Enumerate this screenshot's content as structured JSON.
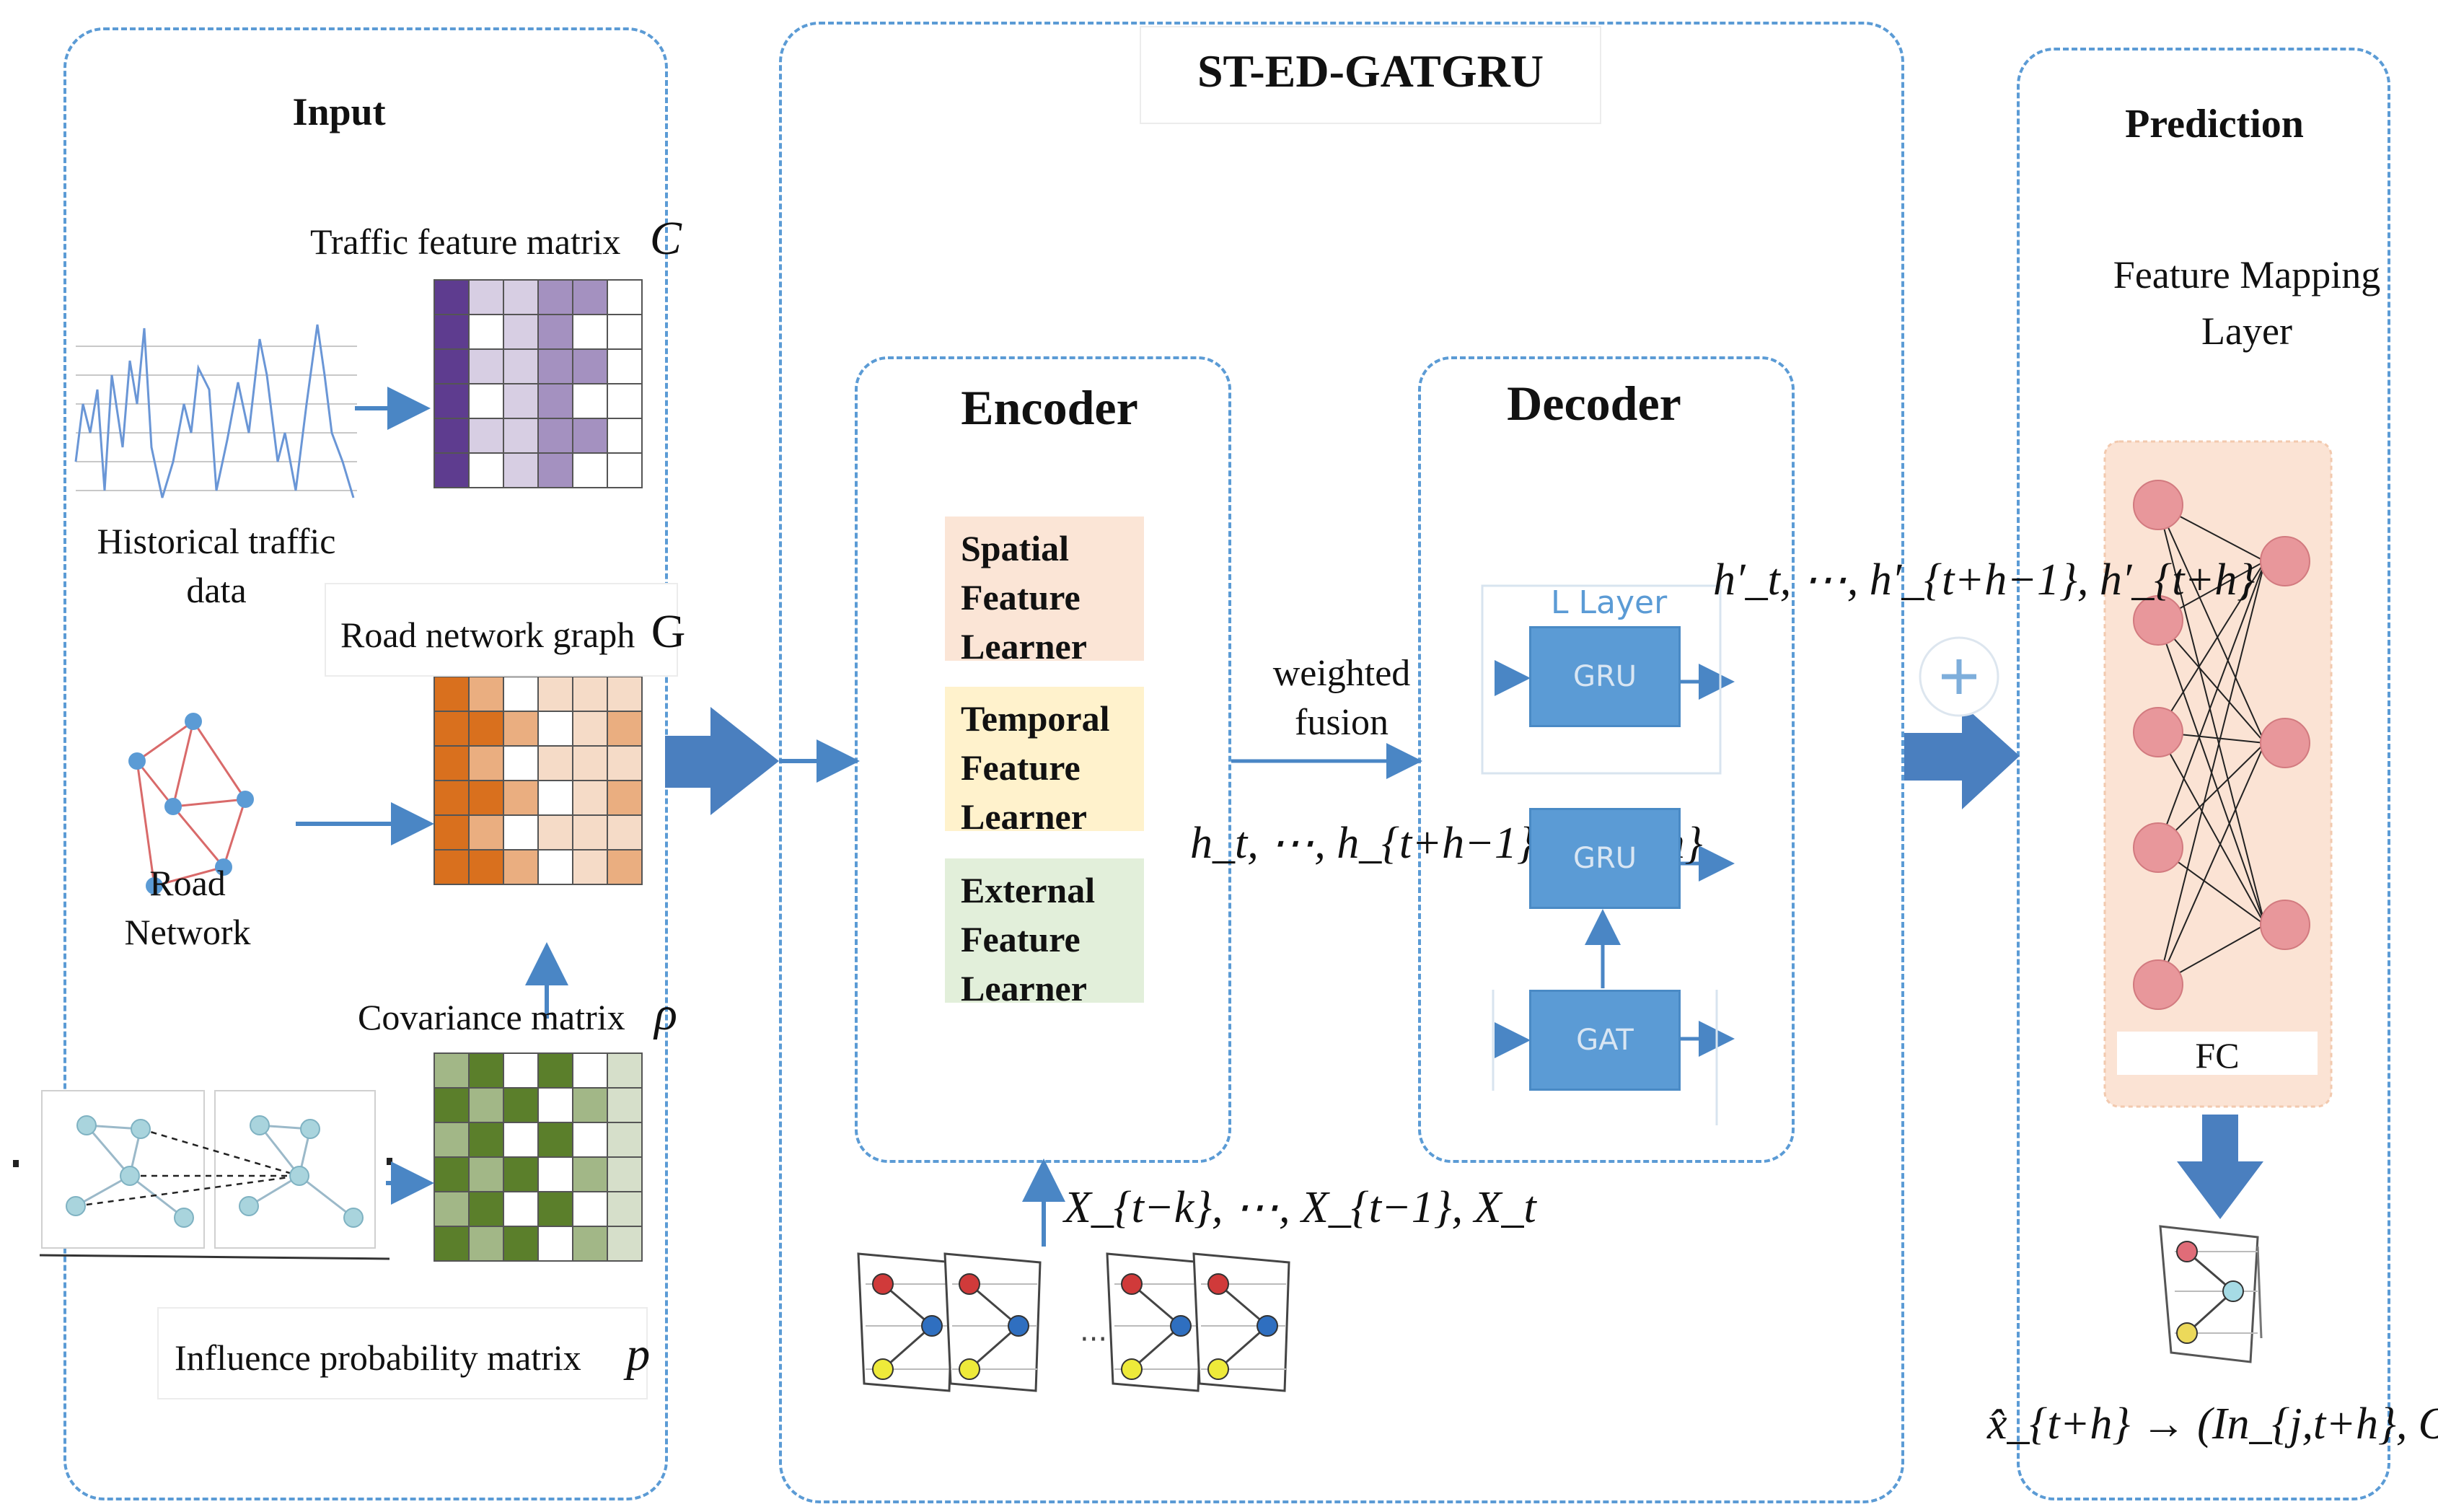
{
  "title": "ST-ED-GATGRU",
  "input": {
    "heading": "Input",
    "traffic_feature_matrix": "Traffic feature matrix",
    "traffic_feature_symbol": "C",
    "historical_traffic": "Historical traffic",
    "historical_traffic_2": "data",
    "road_network_graph": "Road network graph",
    "road_network_symbol": "G",
    "road": "Road",
    "network": "Network",
    "covariance_matrix": "Covariance matrix",
    "covariance_symbol": "ρ",
    "influence_probability_matrix": "Influence probability matrix",
    "influence_symbol": "p"
  },
  "encoder": {
    "heading": "Encoder",
    "learners": [
      {
        "lines": [
          "Spatial",
          "Feature",
          "Learner"
        ],
        "color": "#fbe5d6"
      },
      {
        "lines": [
          "Temporal",
          "Feature",
          "Learner"
        ],
        "color": "#fff2cc"
      },
      {
        "lines": [
          "External",
          "Feature",
          "Learner"
        ],
        "color": "#e2efda"
      }
    ],
    "input_seq": "X_{t−k}, ⋯, X_{t−1}, X_t",
    "hidden_seq": "h_t, ⋯, h_{t+h−1}, h_{t+h}"
  },
  "fusion": {
    "line1": "weighted",
    "line2": "fusion"
  },
  "decoder": {
    "heading": "Decoder",
    "layer_label": "L Layer",
    "blocks": [
      "GRU",
      "GRU",
      "GAT"
    ],
    "output_seq": "h′_t, ⋯, h′_{t+h−1}, h′_{t+h}"
  },
  "prediction": {
    "heading": "Prediction",
    "feature_mapping": "Feature Mapping",
    "layer": "Layer",
    "fc": "FC",
    "output_formula": "x̂_{t+h} → (In_{j,t+h}, Out_{j,t+h})"
  },
  "colors": {
    "dashed": "#5b9bd5",
    "arrow": "#4a86c5",
    "block": "#5b9bd5",
    "purple": "#5e3c8f",
    "orange": "#d9701e",
    "green": "#5b7f2b",
    "neuron": "#e8979b"
  }
}
